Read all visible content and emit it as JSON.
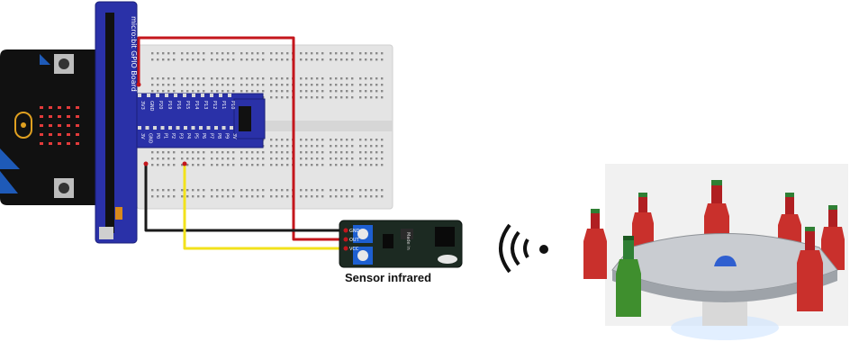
{
  "board_label": "micro:bit GPIO Board",
  "sensor_caption": "Sensor infrared",
  "pin_labels_top": [
    "3V3",
    "GND",
    "P20",
    "P19",
    "P16",
    "P15",
    "P14",
    "P13",
    "P12",
    "P11",
    "P10"
  ],
  "pin_labels_bottom": [
    "3V",
    "GND",
    "P0",
    "P1",
    "P2",
    "P3",
    "P4",
    "P5",
    "P6",
    "P7",
    "P8",
    "P9",
    "3V"
  ],
  "sensor_pins": [
    "GND",
    "OUT",
    "VCC"
  ],
  "sensor_text": "Made in",
  "wire_colors": {
    "power": "#c4161c",
    "ground": "#1a1a1a",
    "signal": "#f2e21b"
  },
  "bottle_colors": {
    "red": "#c9302c",
    "green": "#3f8f2e"
  }
}
